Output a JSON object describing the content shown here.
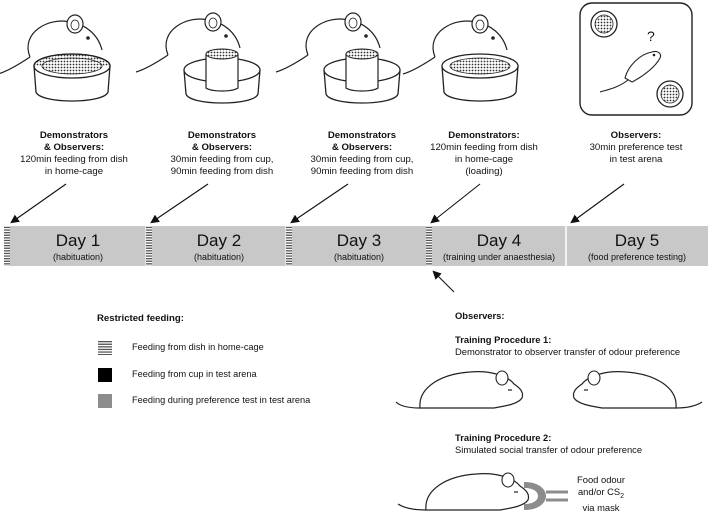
{
  "captions": [
    {
      "title": [
        "Demonstrators",
        "& Observers:"
      ],
      "lines": [
        "120min feeding from dish",
        "in home-cage"
      ]
    },
    {
      "title": [
        "Demonstrators",
        "& Observers:"
      ],
      "lines": [
        "30min feeding from cup,",
        "90min feeding from dish"
      ]
    },
    {
      "title": [
        "Demonstrators",
        "& Observers:"
      ],
      "lines": [
        "30min feeding from cup,",
        "90min feeding from dish"
      ]
    },
    {
      "title": [
        "Demonstrators:"
      ],
      "lines": [
        "120min feeding from dish",
        "in home-cage",
        "(loading)"
      ]
    },
    {
      "title": [
        "Observers:"
      ],
      "lines": [
        "30min preference test",
        "in test arena"
      ]
    }
  ],
  "timeline": [
    {
      "label": "Day 1",
      "sub": "(habituation)"
    },
    {
      "label": "Day 2",
      "sub": "(habituation)"
    },
    {
      "label": "Day 3",
      "sub": "(habituation)"
    },
    {
      "label": "Day 4",
      "sub": "(training under anaesthesia)"
    },
    {
      "label": "Day 5",
      "sub": "(food preference testing)"
    }
  ],
  "arena_mark": "?",
  "legend": {
    "title": "Restricted feeding:",
    "items": [
      {
        "label": "Feeding from dish in home-cage",
        "style": "striped"
      },
      {
        "label": "Feeding from cup in test arena",
        "color": "#000000"
      },
      {
        "label": "Feeding during preference test in test arena",
        "color": "#8c8c8c"
      }
    ]
  },
  "observers_label": "Observers:",
  "procedure1": {
    "title": "Training Procedure 1:",
    "text": "Demonstrator to observer transfer of odour preference"
  },
  "procedure2": {
    "title": "Training Procedure 2:",
    "text": "Simulated social transfer of odour preference"
  },
  "mask_text": [
    "Food odour",
    "and/or CS",
    "via mask"
  ],
  "mask_subscript": "2",
  "colors": {
    "timeline": "#c8c8c8",
    "stripe": "#555555"
  }
}
